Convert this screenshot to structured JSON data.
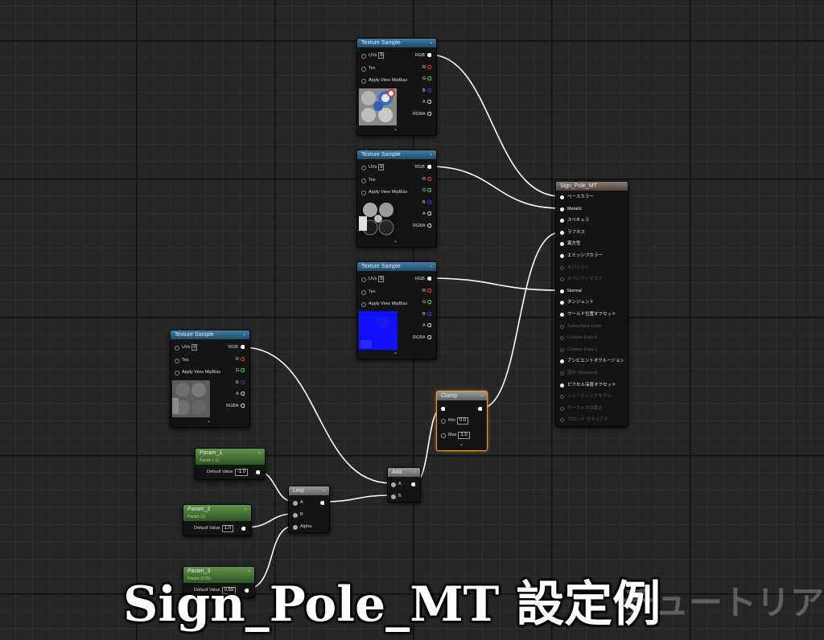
{
  "texture_label": "Texture Sample",
  "uvs_label": "UVs",
  "uvs_value": "0",
  "tex_label": "Tex",
  "mipbias_label": "Apply View MipBias",
  "out_rgb": "RGB",
  "out_r": "R",
  "out_g": "G",
  "out_b": "B",
  "out_a": "A",
  "out_rgba": "RGBA",
  "expand_glyph": "⌄",
  "chevron_glyph": "⌄",
  "params": [
    {
      "name": "Param_1",
      "sub": "Param (-1)",
      "default_label": "Default Value",
      "value": "-1.0"
    },
    {
      "name": "Param_2",
      "sub": "Param (1)",
      "default_label": "Default Value",
      "value": "1.0"
    },
    {
      "name": "Param_3",
      "sub": "Param (0.55)",
      "default_label": "Default Value",
      "value": "0.55"
    }
  ],
  "lerp": {
    "title": "Lerp",
    "a": "A",
    "b": "B",
    "alpha": "Alpha"
  },
  "add": {
    "title": "Add",
    "a": "A",
    "b": "B"
  },
  "clamp": {
    "title": "Clamp",
    "min_label": "Min",
    "min_value": "0.0",
    "max_label": "Max",
    "max_value": "1.0"
  },
  "material": {
    "title": "Sign_Pole_MT",
    "inputs": [
      {
        "label": "ベースカラー",
        "active": true
      },
      {
        "label": "Metallic",
        "active": true
      },
      {
        "label": "スペキュラ",
        "active": true
      },
      {
        "label": "ラフネス",
        "active": true
      },
      {
        "label": "異方性",
        "active": true
      },
      {
        "label": "エミッシブカラー",
        "active": true
      },
      {
        "label": "オパシティ",
        "active": false
      },
      {
        "label": "オパシティマスク",
        "active": false
      },
      {
        "label": "Normal",
        "active": true
      },
      {
        "label": "タンジェント",
        "active": true
      },
      {
        "label": "ワールド位置オフセット",
        "active": true
      },
      {
        "label": "Subsurface Color",
        "active": false
      },
      {
        "label": "Custom Data 0",
        "active": false
      },
      {
        "label": "Custom Data 1",
        "active": false
      },
      {
        "label": "アンビエントオクルージョン",
        "active": true
      },
      {
        "label": "屈折 (Disabled)",
        "active": false
      },
      {
        "label": "ピクセル深度オフセット",
        "active": true
      },
      {
        "label": "シェーディングモデル",
        "active": false
      },
      {
        "label": "サーフェスの厚さ",
        "active": false
      },
      {
        "label": "フロント マテリアル",
        "active": false
      }
    ]
  },
  "caption": "Sign_Pole_MT 設定例",
  "watermark": "チュートリアル",
  "colors": {
    "wire": "#ffffff",
    "header_texture": "#2f6689",
    "header_param": "#4e7a3a",
    "clamp_border": "#f0a030",
    "normal_preview": "#1010ff"
  }
}
